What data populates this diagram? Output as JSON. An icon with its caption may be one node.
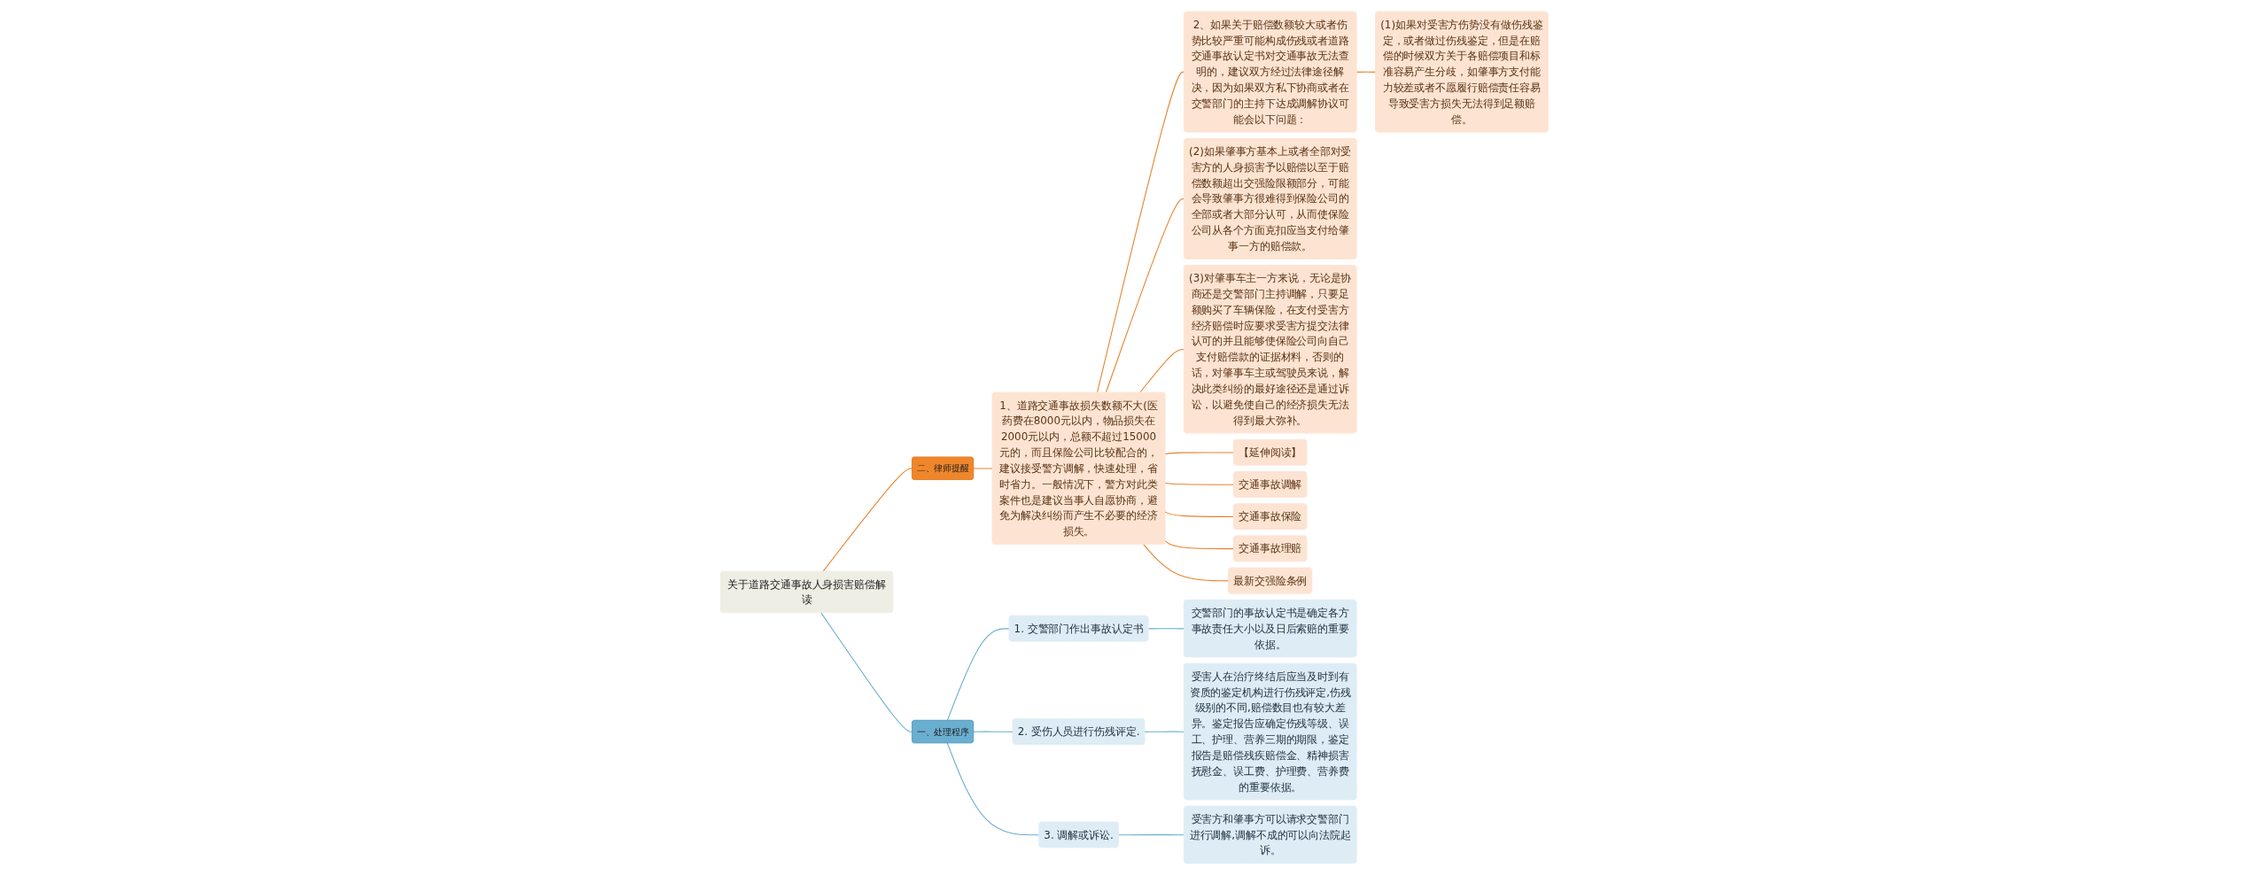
{
  "diagram": {
    "nodes": [
      {
        "text": [
          "关于道路交通事故人身损害赔偿解读"
        ]
      },
      {
        "text": [
          "二、律师提醒"
        ]
      },
      {
        "text": [
          "1、道路交通事故损失数额不大(医药费在8000元以内，物品损失在2000元以内，总额不超过15000元的，而且保险公司比较配合的，建议接受警方调解，快速处理，省时省力。一般情况下，警方对此类案件也是建议当事人自愿协商，避免为解决纠纷而产生不必要的经济损失。"
        ]
      },
      {
        "text": [
          "2、如果关于赔偿数额较大或者伤势比较严重可能构成伤残或者道路交通事故认定书对交通事故无法查明的，建议双方经过法律途径解决，因为如果双方私下协商或者在交警部门的主持下达成调解协议可能会以下问题："
        ]
      },
      {
        "text": [
          "(1)如果对受害方伤势没有做伤残鉴定，或者做过伤残鉴定，但是在赔偿的时候双方关于各赔偿项目和标准容易产生分歧，如肇事方支付能力较差或者不愿履行赔偿责任容易导致受害方损失无法得到足额赔偿。"
        ]
      },
      {
        "text": [
          "(2)如果肇事方基本上或者全部对受害方的人身损害予以赔偿以至于赔偿数额超出交强险限额部分，可能会导致肇事方很难得到保险公司的全部或者大部分认可，从而使保险公司从各个方面克扣应当支付给肇事一方的赔偿款。"
        ]
      },
      {
        "text": [
          "(3)对肇事车主一方来说，无论是协商还是交警部门主持调解，只要足额购买了车辆保险，在支付受害方经济赔偿时应要求受害方提交法律认可的并且能够使保险公司向自己支付赔偿款的证据材料，否则的话，对肇事车主或驾驶员来说，解决此类纠纷的最好途径还是通过诉讼，以避免使自己的经济损失无法得到最大弥补。"
        ]
      },
      {
        "text": [
          "【延伸阅读】"
        ]
      },
      {
        "text": [
          "交通事故调解"
        ]
      },
      {
        "text": [
          "交通事故保险"
        ]
      },
      {
        "text": [
          "交通事故理赔"
        ]
      },
      {
        "text": [
          "最新交强险条例"
        ]
      },
      {
        "text": [
          "一、处理程序"
        ]
      },
      {
        "text": [
          "1. 交警部门作出事故认定书"
        ]
      },
      {
        "text": [
          "交警部门的事故认定书是确定各方事故责任大小以及日后索赔的重要依据。"
        ]
      },
      {
        "text": [
          "2. 受伤人员进行伤残评定."
        ]
      },
      {
        "text": [
          "受害人在治疗终结后应当及时到有资质的鉴定机构进行伤残评定,伤残级别的不同,赔偿数目也有较大差异。鉴定报告应确定伤残等级、误工、护理、营养三期的期限，鉴定报告是赔偿残疾赔偿金、精神损害抚慰金、误工费、护理费、营养费的重要依据。"
        ]
      },
      {
        "text": [
          "3. 调解或诉讼."
        ]
      },
      {
        "text": [
          "受害方和肇事方可以请求交警部门进行调解,调解不成的可以向法院起诉。"
        ]
      }
    ],
    "edges": [
      {
        "from": 0,
        "to": 1,
        "arrow": "none"
      },
      {
        "from": 1,
        "to": 2,
        "arrow": "none"
      },
      {
        "from": 2,
        "to": 3,
        "arrow": "none"
      },
      {
        "from": 3,
        "to": 4,
        "arrow": "none"
      },
      {
        "from": 2,
        "to": 5,
        "arrow": "none"
      },
      {
        "from": 2,
        "to": 6,
        "arrow": "none"
      },
      {
        "from": 2,
        "to": 7,
        "arrow": "none"
      },
      {
        "from": 2,
        "to": 8,
        "arrow": "none"
      },
      {
        "from": 2,
        "to": 9,
        "arrow": "none"
      },
      {
        "from": 2,
        "to": 10,
        "arrow": "none"
      },
      {
        "from": 2,
        "to": 11,
        "arrow": "none"
      },
      {
        "from": 0,
        "to": 12,
        "arrow": "none",
        "color": "#6aaed0"
      },
      {
        "from": 12,
        "to": 13,
        "arrow": "none",
        "color": "#6aaed0"
      },
      {
        "from": 13,
        "to": 14,
        "arrow": "none",
        "color": "#6aaed0"
      },
      {
        "from": 12,
        "to": 15,
        "arrow": "none",
        "color": "#6aaed0"
      },
      {
        "from": 15,
        "to": 16,
        "arrow": "none",
        "color": "#6aaed0"
      },
      {
        "from": 12,
        "to": 17,
        "arrow": "none",
        "color": "#6aaed0"
      },
      {
        "from": 17,
        "to": 18,
        "arrow": "none",
        "color": "#6aaed0"
      }
    ]
  }
}
